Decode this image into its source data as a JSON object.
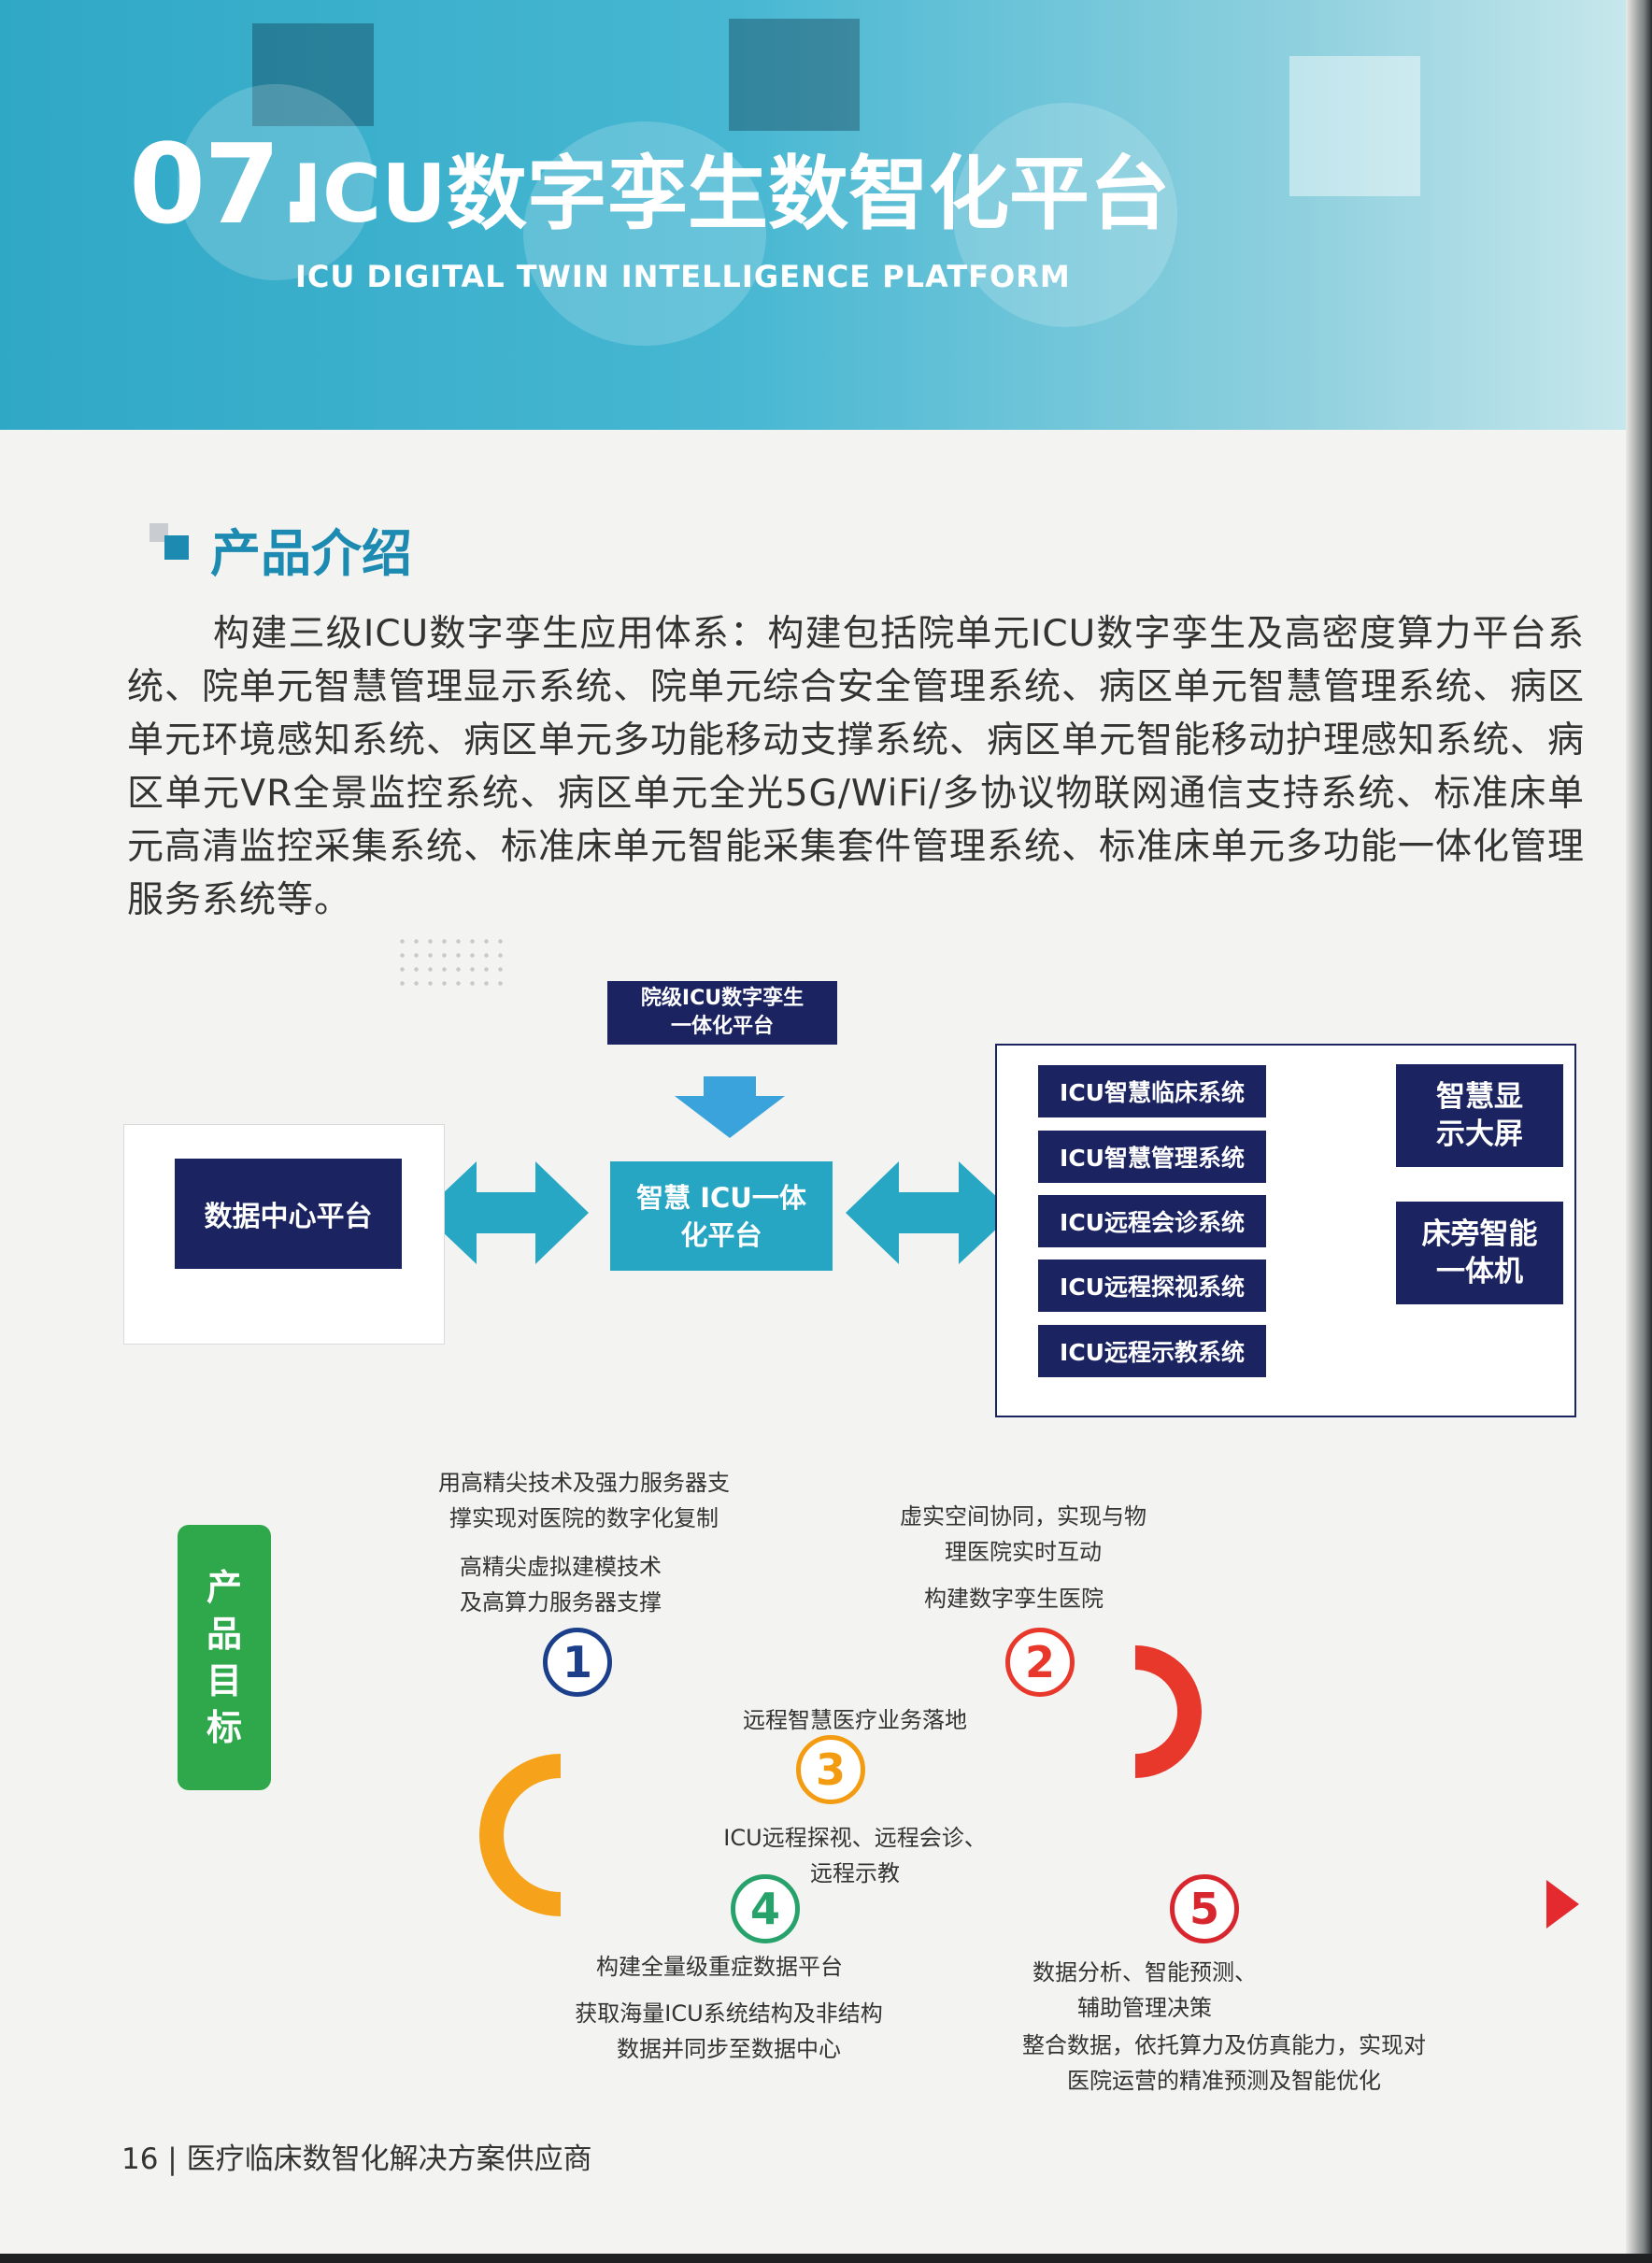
{
  "header": {
    "number": "07.",
    "title": "ICU数字孪生数智化平台",
    "subtitle": "ICU DIGITAL TWIN INTELLIGENCE PLATFORM"
  },
  "section": {
    "title": "产品介绍",
    "paragraph": "构建三级ICU数字孪生应用体系：构建包括院单元ICU数字孪生及高密度算力平台系统、院单元智慧管理显示系统、院单元综合安全管理系统、病区单元智慧管理系统、病区单元环境感知系统、病区单元多功能移动支撑系统、病区单元智能移动护理感知系统、病区单元VR全景监控系统、病区单元全光5G/WiFi/多协议物联网通信支持系统、标准床单元高清监控采集系统、标准床单元智能采集套件管理系统、标准床单元多功能一体化管理服务系统等。"
  },
  "diagram": {
    "top_box": [
      "院级ICU数字孪生",
      "一体化平台"
    ],
    "left_box": "数据中心平台",
    "center_box": [
      "智慧 ICU一体",
      "化平台"
    ],
    "systems": [
      "ICU智慧临床系统",
      "ICU智慧管理系统",
      "ICU远程会诊系统",
      "ICU远程探视系统",
      "ICU远程示教系统"
    ],
    "outputs": [
      [
        "智慧显",
        "示大屏"
      ],
      [
        "床旁智能",
        "一体机"
      ]
    ],
    "colors": {
      "navy": "#1b2461",
      "teal": "#27a6c3",
      "arrow": "#28a7c4"
    }
  },
  "goals": {
    "badge": [
      "产",
      "品",
      "目",
      "标"
    ],
    "nodes": [
      {
        "num": "1",
        "color": "#1b3f8a"
      },
      {
        "num": "2",
        "color": "#e8372b"
      },
      {
        "num": "3",
        "color": "#f39c12"
      },
      {
        "num": "4",
        "color": "#27a26a"
      },
      {
        "num": "5",
        "color": "#d7262e"
      }
    ],
    "labels": {
      "n1_desc": [
        "用高精尖技术及强力服务器支",
        "撑实现对医院的数字化复制"
      ],
      "n1_title": [
        "高精尖虚拟建模技术",
        "及高算力服务器支撑"
      ],
      "n2_desc": [
        "虚实空间协同，实现与物",
        "理医院实时互动"
      ],
      "n2_title": "构建数字孪生医院",
      "n3_title": "远程智慧医疗业务落地",
      "n3_desc": [
        "ICU远程探视、远程会诊、",
        "远程示教"
      ],
      "n4_title": "构建全量级重症数据平台",
      "n4_desc": [
        "获取海量ICU系统结构及非结构",
        "数据并同步至数据中心"
      ],
      "n5_title": [
        "数据分析、智能预测、",
        "辅助管理决策"
      ],
      "n5_desc": [
        "整合数据，依托算力及仿真能力，实现对",
        "医院运营的精准预测及智能优化"
      ]
    }
  },
  "footer": {
    "page": "16",
    "text": "医疗临床数智化解决方案供应商"
  }
}
